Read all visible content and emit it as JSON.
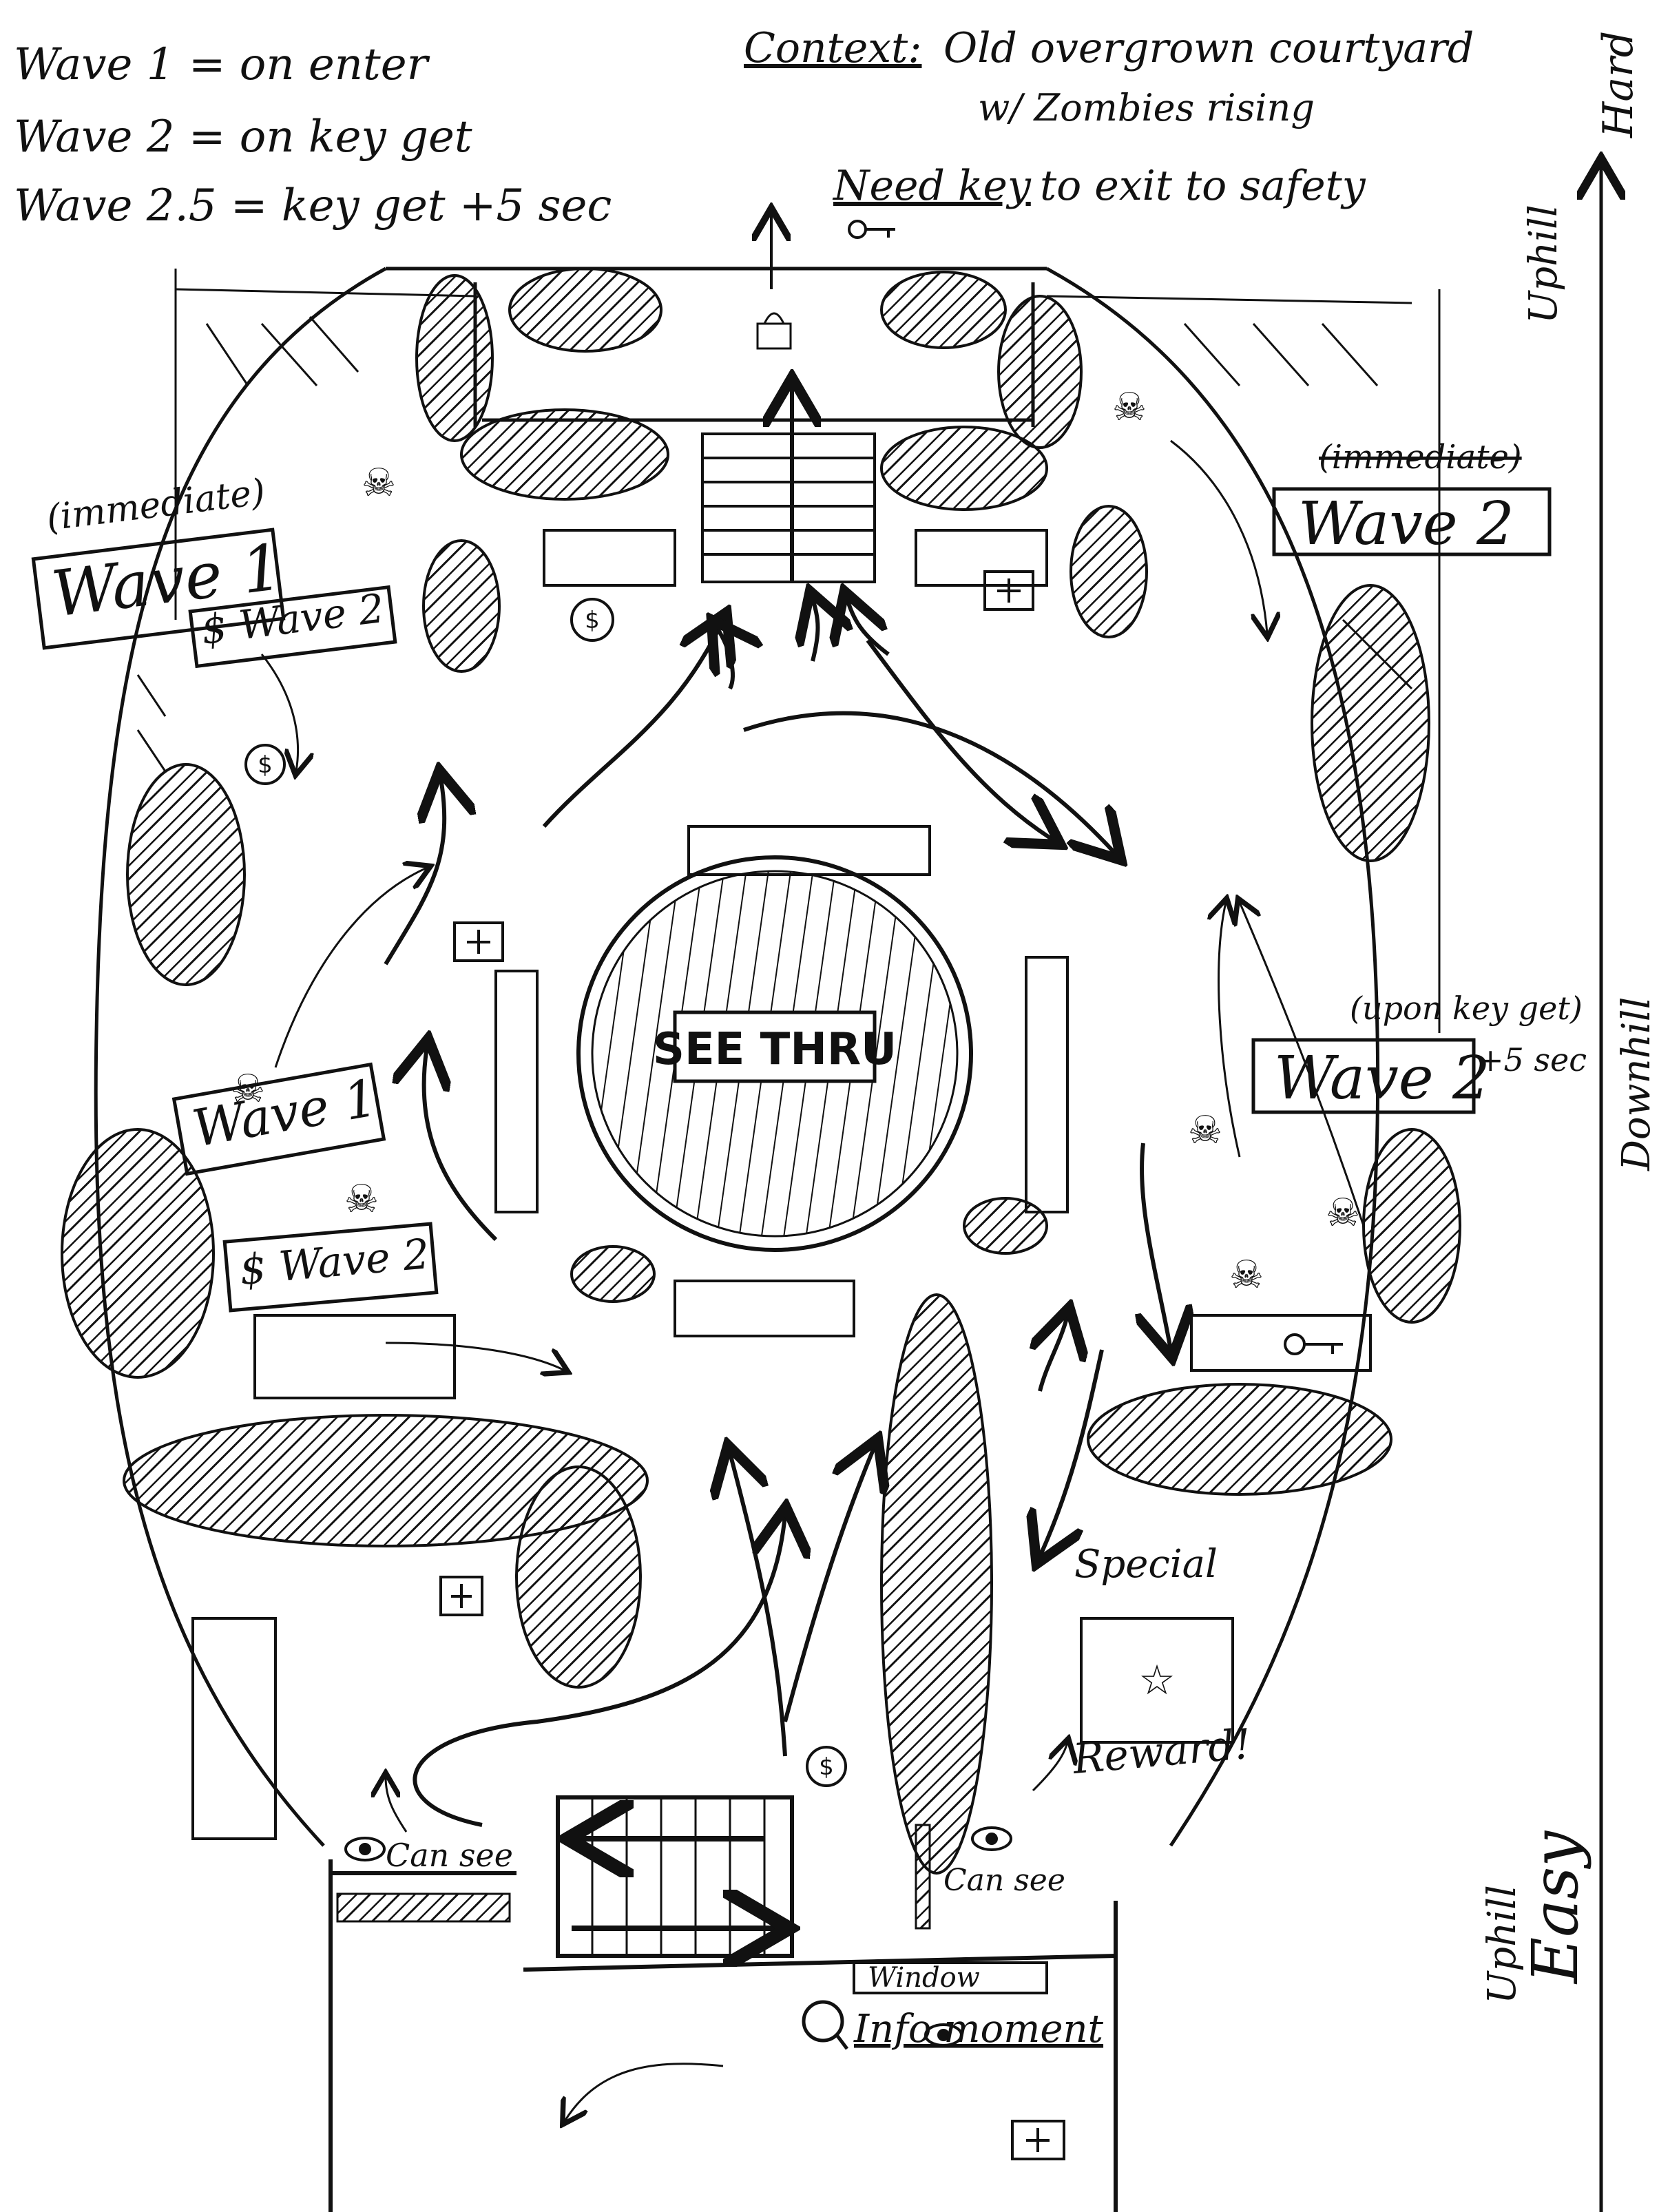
{
  "notes": {
    "wave1": "Wave 1 = on enter",
    "wave2": "Wave 2 = on key get",
    "wave25": "Wave 2.5 = key get +5 sec",
    "context_label": "Context:",
    "context_line1": "Old overgrown courtyard",
    "context_line2": "w/ Zombies rising",
    "need_key": "Need key",
    "to_exit": "to exit to safety"
  },
  "axis": {
    "hard": "Hard",
    "uphill_top": "Uphill",
    "downhill": "Downhill",
    "uphill_bottom": "Uphill",
    "easy": "Easy"
  },
  "spawn_labels": {
    "immediate_left": "(immediate)",
    "wave1_top_left": "Wave 1",
    "wave2_top_left": "$ Wave 2",
    "immediate_right_struck": "(immediate)",
    "wave2_top_right": "Wave 2",
    "upon_key_get": "(upon key get)",
    "wave2_mid_right": "Wave 2",
    "plus5sec": "+5 sec",
    "wave1_mid_left": "Wave 1",
    "wave2_mid_left": "$ Wave 2"
  },
  "center": {
    "see_thru": "SEE THRU"
  },
  "bottom": {
    "can_see_left": "Can see",
    "can_see_right": "Can see",
    "window": "Window",
    "info_moment": "Info moment",
    "special": "Special",
    "reward": "Reward!"
  }
}
